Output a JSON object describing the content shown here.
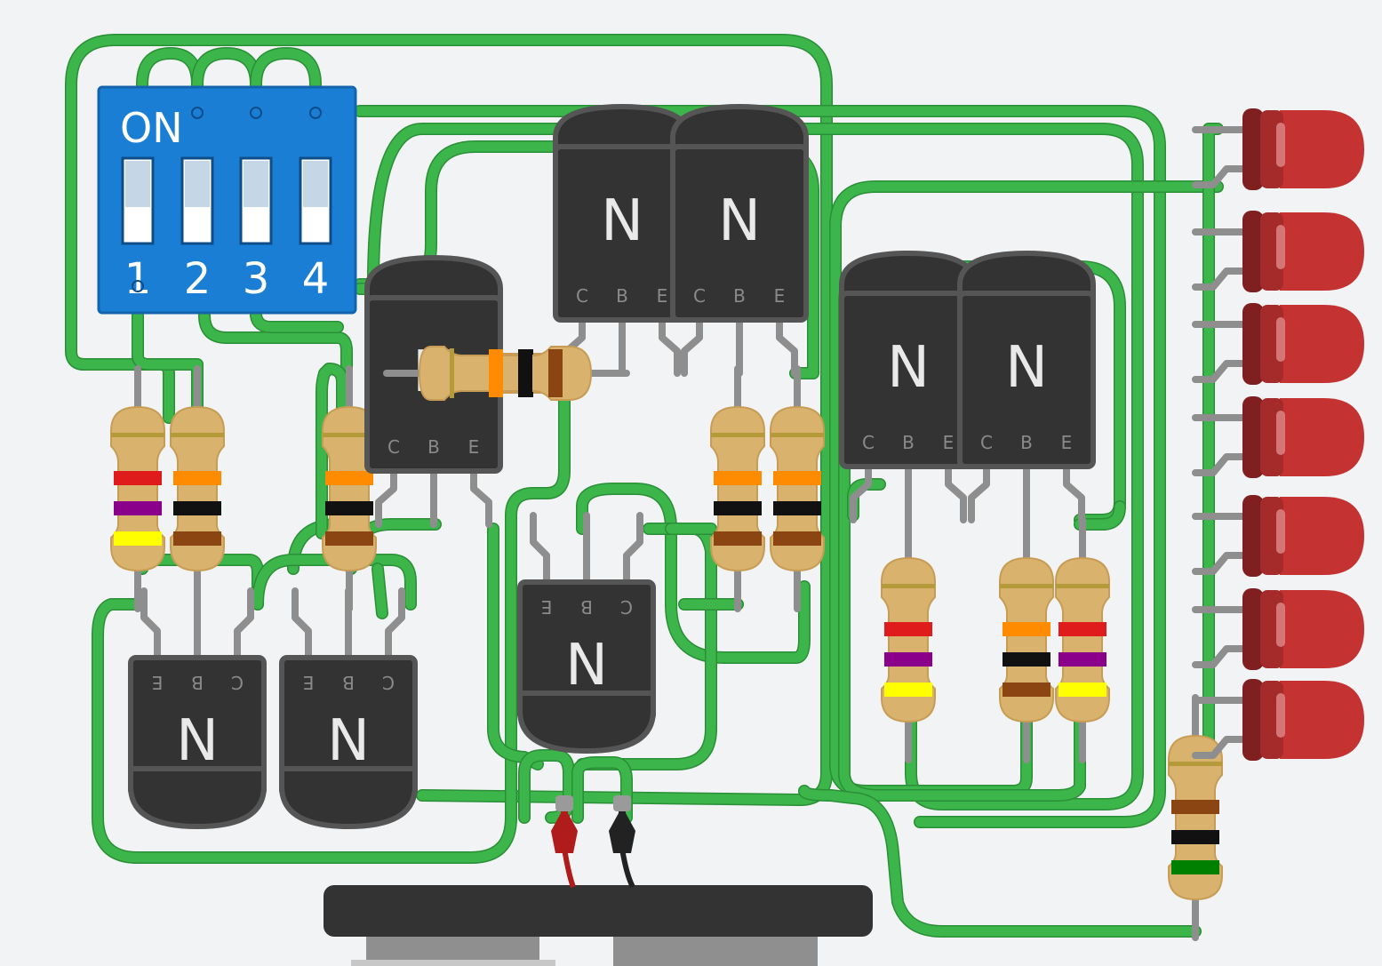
{
  "dip_switch": {
    "on_label": "ON",
    "positions": [
      "1",
      "2",
      "3",
      "4"
    ],
    "color": "#1a7fd4"
  },
  "transistors": [
    {
      "type_label": "N",
      "pins": [
        "C",
        "B",
        "E"
      ]
    },
    {
      "type_label": "N",
      "pins": [
        "C",
        "B",
        "E"
      ]
    },
    {
      "type_label": "N",
      "pins": [
        "C",
        "B",
        "E"
      ]
    },
    {
      "type_label": "N",
      "pins": [
        "C",
        "B",
        "E"
      ]
    },
    {
      "type_label": "N",
      "pins": [
        "C",
        "B",
        "E"
      ]
    },
    {
      "type_label": "N",
      "pins": [
        "E",
        "B",
        "C"
      ]
    },
    {
      "type_label": "N",
      "pins": [
        "E",
        "B",
        "C"
      ]
    },
    {
      "type_label": "N",
      "pins": [
        "E",
        "B",
        "C"
      ]
    }
  ],
  "resistors": [
    {
      "bands": [
        "#e01b1b",
        "#8b008b",
        "#ffff00"
      ]
    },
    {
      "bands": [
        "#ff8c00",
        "#111111",
        "#8b4513"
      ]
    },
    {
      "bands": [
        "#ff8c00",
        "#111111",
        "#8b4513"
      ]
    },
    {
      "bands": [
        "#ff8c00",
        "#111111",
        "#8b4513"
      ]
    },
    {
      "bands": [
        "#ff8c00",
        "#111111",
        "#8b4513"
      ]
    },
    {
      "bands": [
        "#e01b1b",
        "#8b008b",
        "#ffff00"
      ]
    },
    {
      "bands": [
        "#ff8c00",
        "#111111",
        "#8b4513"
      ]
    },
    {
      "bands": [
        "#ff8c00",
        "#111111",
        "#8b4513"
      ]
    },
    {
      "bands": [
        "#e01b1b",
        "#8b008b",
        "#ffff00"
      ]
    },
    {
      "bands": [
        "#8b4513",
        "#111111",
        "#008000"
      ]
    }
  ],
  "leds": {
    "count": 7,
    "color": "#c43232"
  },
  "battery": {
    "positive_color": "#b01c1c",
    "negative_color": "#222222"
  },
  "colors": {
    "wire": "#3cb54a",
    "lead": "#8e8e8e",
    "background": "#f1f3f5"
  }
}
